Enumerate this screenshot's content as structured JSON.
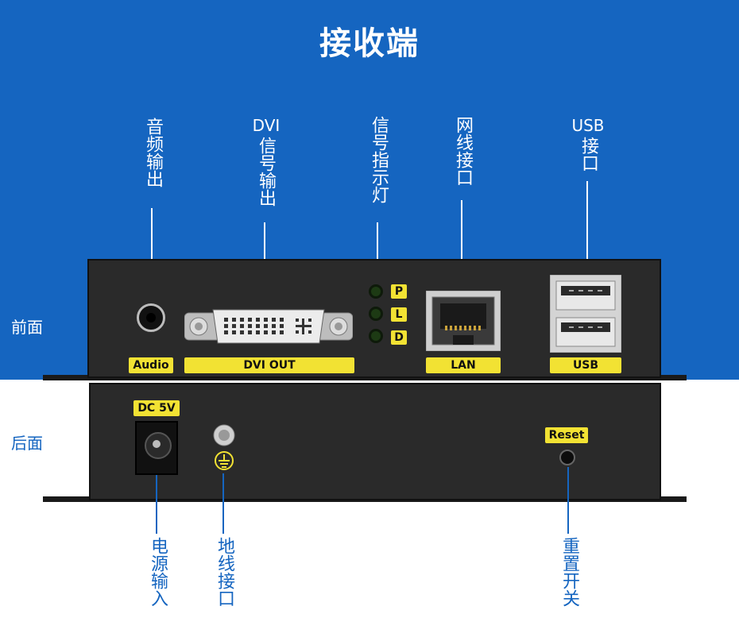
{
  "title": "接收端",
  "side_labels": {
    "front": "前面",
    "back": "后面"
  },
  "top_labels": {
    "audio": "音频输出",
    "dvi": "信号输出",
    "dvi_prefix": "DVI",
    "signal": "信号指示灯",
    "lan": "网线接口",
    "usb_prefix": "USB",
    "usb": "接口"
  },
  "bottom_labels": {
    "power": "电源输入",
    "ground": "地线接口",
    "reset": "重置开关"
  },
  "front_tags": {
    "audio": "Audio",
    "dvi": "DVI  OUT",
    "lan": "LAN",
    "usb": "USB"
  },
  "leds": [
    "P",
    "L",
    "D"
  ],
  "back_tags": {
    "dc": "DC 5V",
    "reset": "Reset"
  },
  "colors": {
    "blue": "#1565c0",
    "device": "#2a2a2a",
    "tag": "#f2e233"
  }
}
